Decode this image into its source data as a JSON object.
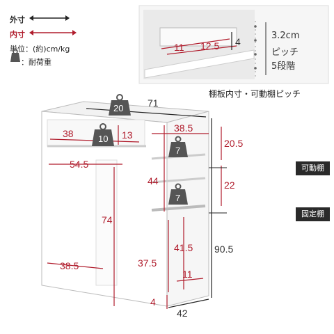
{
  "legend": {
    "outer_label": "外寸",
    "inner_label": "内寸",
    "unit_label": "単位：(約)cm/kg",
    "load_label": "：耐荷重"
  },
  "inset": {
    "width_label": "11",
    "depth_label": "12.5",
    "height_label": "4",
    "pitch_value": "3.2cm",
    "pitch_word": "ピッチ",
    "steps_word": "5段階",
    "caption": "棚板内寸・可動棚ピッチ"
  },
  "outer_dims": {
    "width": "71",
    "height": "90.5",
    "depth": "42"
  },
  "inner_dims": {
    "top_shelf_width": "38",
    "top_shelf_height": "13",
    "counter_depth": "54.5",
    "leg_clearance_height": "74",
    "base_width": "38.5",
    "side_shelf_width": "38.5",
    "upper_gap": "20.5",
    "middle_gap": "22",
    "side_height": "44",
    "lower_height": "41.5",
    "lower_inner_height": "37.5",
    "bottom_gap": "4",
    "lower_shelf_depth": "11"
  },
  "loads": {
    "top": "20",
    "counter_shelf": "10",
    "shelf_1": "7",
    "shelf_2": "7"
  },
  "callouts": {
    "movable_shelf": "可動棚",
    "fixed_shelf": "固定棚"
  },
  "colors": {
    "accent_red": "#b01c2c",
    "weight_icon": "#555555",
    "panel": "#f4f4f4",
    "dark_callout": "#2a2a2a"
  }
}
